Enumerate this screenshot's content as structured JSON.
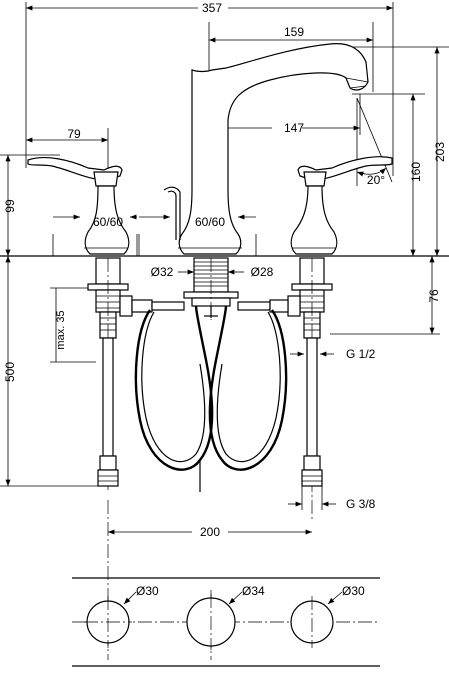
{
  "dimensions": {
    "overall_width": "357",
    "spout_reach": "159",
    "lever_width": "79",
    "spout_inner": "147",
    "height_total": "203",
    "height_spout": "160",
    "lever_height": "99",
    "angle": "20°",
    "base_left": "60/60",
    "base_center": "60/60",
    "dia_32": "Ø32",
    "dia_28": "Ø28",
    "depth_76": "76",
    "max_35": "max. 35",
    "hose_500": "500",
    "g_half": "G 1/2",
    "g_three_eighth": "G 3/8",
    "spacing_200": "200",
    "hole_left": "Ø30",
    "hole_center": "Ø34",
    "hole_right": "Ø30"
  }
}
